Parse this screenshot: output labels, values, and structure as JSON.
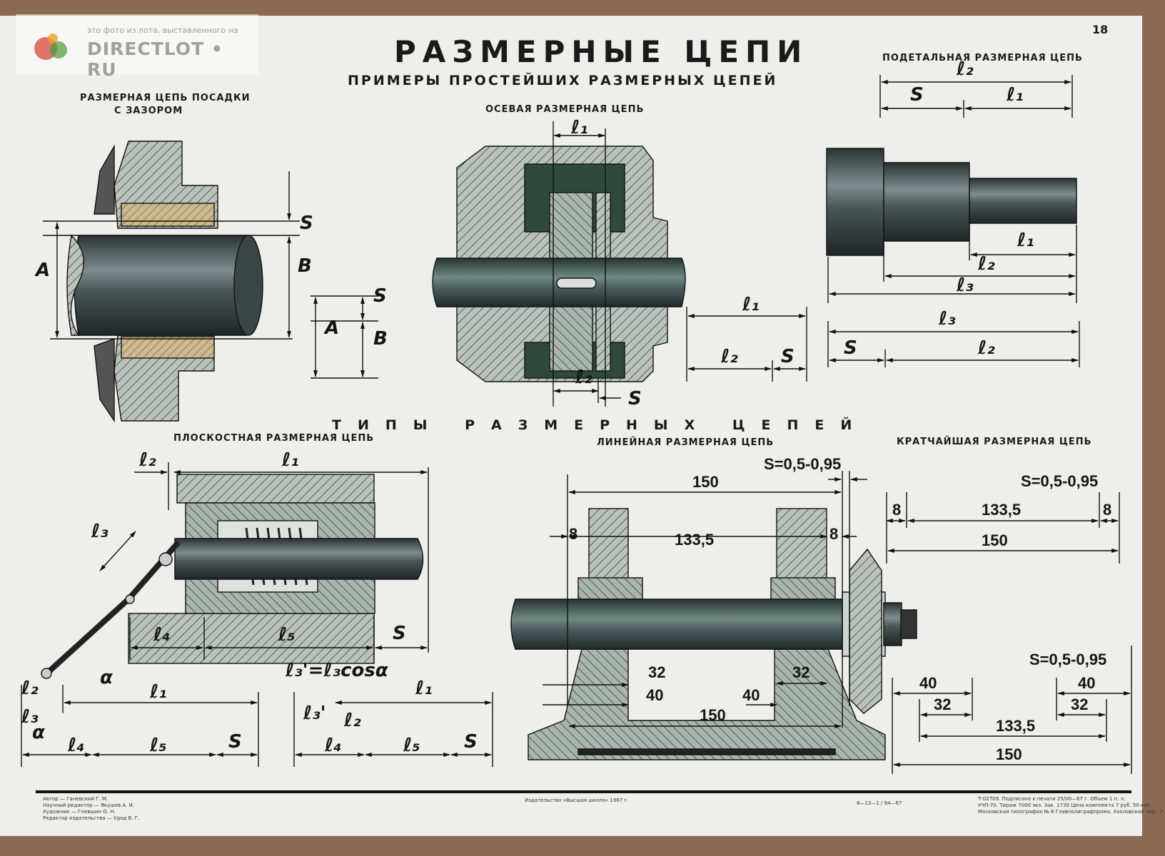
{
  "watermark": {
    "caption": "это фото из лота, выставленного на",
    "brand": "DIRECTLOT • RU"
  },
  "poster": {
    "page_number": "18",
    "title": "РАЗМЕРНЫЕ ЦЕПИ",
    "subtitle": "ПРИМЕРЫ ПРОСТЕЙШИХ РАЗМЕРНЫХ ЦЕПЕЙ",
    "section2_title": "ТИПЫ РАЗМЕРНЫХ ЦЕПЕЙ"
  },
  "captions": {
    "fit_line1": "РАЗМЕРНАЯ ЦЕПЬ ПОСАДКИ",
    "fit_line2": "С ЗАЗОРОМ",
    "axial": "ОСЕВАЯ РАЗМЕРНАЯ ЦЕПЬ",
    "detail": "ПОДЕТАЛЬНАЯ РАЗМЕРНАЯ ЦЕПЬ",
    "planar": "ПЛОСКОСТНАЯ РАЗМЕРНАЯ ЦЕПЬ",
    "linear": "ЛИНЕЙНАЯ РАЗМЕРНАЯ ЦЕПЬ",
    "shortest": "КРАТЧАЙШАЯ РАЗМЕРНАЯ ЦЕПЬ"
  },
  "labels": {
    "A": "A",
    "B": "B",
    "S": "S",
    "l1": "ℓ₁",
    "l2": "ℓ₂",
    "l3": "ℓ₃",
    "l4": "ℓ₄",
    "l5": "ℓ₅",
    "l3p": "ℓ₃'",
    "alpha": "α",
    "formula": "ℓ₃'=ℓ₃cosα"
  },
  "dimensions": {
    "s_range_a": "S=0,5-0,95",
    "s_range_b": "S=0,5-0,95",
    "s_range_c": "S=0,5-0,95",
    "d150": "150",
    "d133": "133,5",
    "d8": "8",
    "d32": "32",
    "d40": "40"
  },
  "footer": {
    "authors": [
      "Автор — Ганевский Г. М.",
      "Научный редактор — Якушев А. И.",
      "Художник — Гневшин О. Н.",
      "Редактор издательства — Удод В. Г."
    ],
    "publisher": "Издательство «Высшая школа» 1967 г.",
    "code": "8—13—1 / 94—67",
    "print_info": [
      "Т-02709.        Подписано к печати 25/VII—67 г.    Объем 1 п. л.",
      "УЧП-70.   Тираж 7000 экз.   Зак. 1739   Цена комплекта 7 руб. 50 коп.",
      "Московская типография № 8 Главполиграфпрома, Хохловский пер., 7."
    ]
  },
  "colors": {
    "metal_dark": "#2f3a3c",
    "metal_mid": "#5d6b6c",
    "hatch": "#8c9a92",
    "brass": "#c9b58a",
    "green": "#3e5a4a"
  }
}
